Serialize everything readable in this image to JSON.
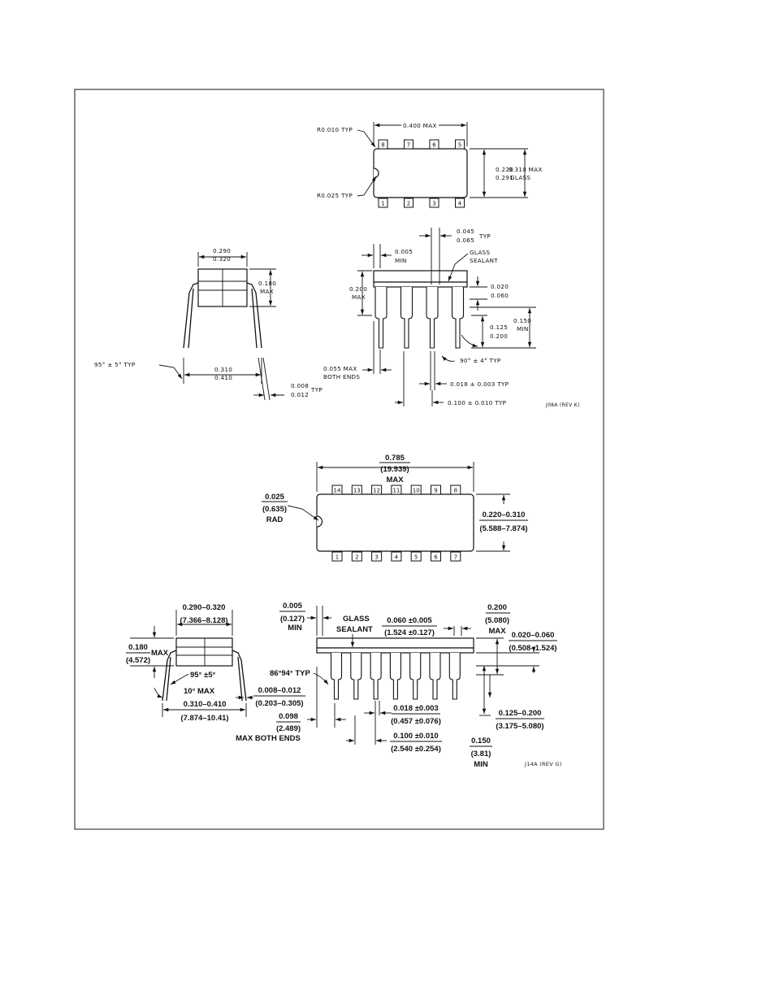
{
  "drawing_j08a": {
    "top_view": {
      "width_max": "0.400 MAX",
      "corner_radius": "R0.010 TYP",
      "notch_radius": "R0.025 TYP",
      "height_a": "0.220",
      "height_b": "0.291",
      "height_max": "0.310 MAX",
      "height_max_note": "GLASS",
      "pins_top": [
        "8",
        "7",
        "6",
        "5"
      ],
      "pins_bottom": [
        "1",
        "2",
        "3",
        "4"
      ]
    },
    "end_view": {
      "width_a": "0.290",
      "width_b": "0.320",
      "height_a": "0.180",
      "height_b": "MAX",
      "angle": "95° ± 5° TYP",
      "spread_a": "0.310",
      "spread_b": "0.410",
      "lead_thk_a": "0.008",
      "lead_thk_b": "0.012",
      "lead_thk_typ": "TYP"
    },
    "side_view": {
      "pitch_a": "0.045",
      "pitch_b": "0.065",
      "pitch_typ": "TYP",
      "offset_a": "0.005",
      "offset_b": "MIN",
      "sealant_a": "GLASS",
      "sealant_b": "SEALANT",
      "height_a": "0.200",
      "height_b": "MAX",
      "standoff_a": "0.020",
      "standoff_b": "0.060",
      "seat_a": "0.150",
      "seat_b": "MIN",
      "lead_len_a": "0.125",
      "lead_len_b": "0.200",
      "lead_angle": "90° ± 4° TYP",
      "end_a": "0.055 MAX",
      "end_b": "BOTH ENDS",
      "lead_w": "0.018 ± 0.003 TYP",
      "lead_pitch": "0.100 ± 0.010 TYP"
    },
    "revision": "J08A (REV K)"
  },
  "drawing_j14a": {
    "top_view": {
      "len_a": "0.785",
      "len_b": "(19.939)",
      "len_c": "MAX",
      "rad_a": "0.025",
      "rad_b": "(0.635)",
      "rad_c": "RAD",
      "width_a": "0.220–0.310",
      "width_b": "(5.588–7.874)",
      "pins_top": [
        "14",
        "13",
        "12",
        "11",
        "10",
        "9",
        "8"
      ],
      "pins_bottom": [
        "1",
        "2",
        "3",
        "4",
        "5",
        "6",
        "7"
      ]
    },
    "end_view": {
      "width_a": "0.290–0.320",
      "width_b": "(7.366–8.128)",
      "height_a": "0.180",
      "height_b": "(4.572)",
      "height_max": "MAX",
      "angle": "95° ±5°",
      "angle_max": "10° MAX",
      "spread_a": "0.310–0.410",
      "spread_b": "(7.874–10.41)",
      "thk_a": "0.008–0.012",
      "thk_b": "(0.203–0.305)"
    },
    "side_view": {
      "offset_a": "0.005",
      "offset_b": "(0.127)",
      "offset_c": "MIN",
      "sealant_a": "GLASS",
      "sealant_b": "SEALANT",
      "pitch_a": "0.060 ±0.005",
      "pitch_b": "(1.524 ±0.127)",
      "height_a": "0.200",
      "height_b": "(5.080)",
      "height_c": "MAX",
      "standoff_a": "0.020–0.060",
      "standoff_b": "(0.508–1.524)",
      "lead_angle": "86°94° TYP",
      "end_a": "0.098",
      "end_b": "(2.489)",
      "end_c": "MAX BOTH ENDS",
      "lead_w_a": "0.018 ±0.003",
      "lead_w_b": "(0.457 ±0.076)",
      "lead_pitch_a": "0.100 ±0.010",
      "lead_pitch_b": "(2.540 ±0.254)",
      "lead_len_a": "0.125–0.200",
      "lead_len_b": "(3.175–5.080)",
      "seat_a": "0.150",
      "seat_b": "(3.81)",
      "seat_c": "MIN"
    },
    "revision": "J14A (REV G)"
  }
}
